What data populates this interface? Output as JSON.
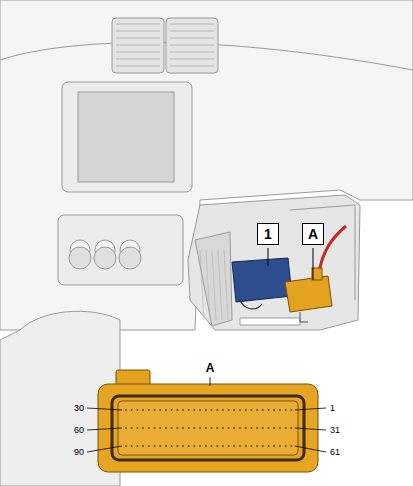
{
  "diagram": {
    "nodes": [
      {
        "text": [
          "1"
        ]
      },
      {
        "text": [
          "A"
        ]
      }
    ],
    "labels": [
      "A",
      "30",
      "60",
      "90",
      "1",
      "31",
      "61"
    ]
  }
}
